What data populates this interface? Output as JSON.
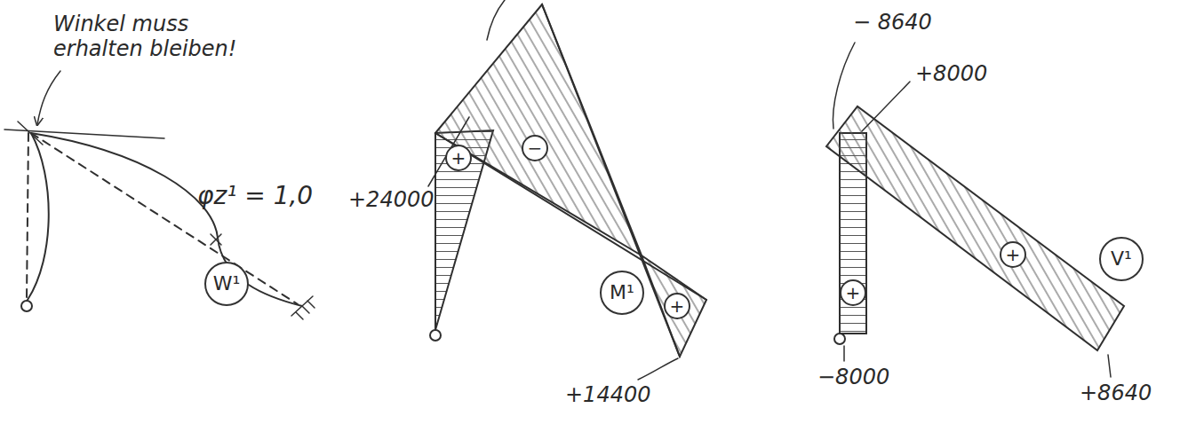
{
  "diagram": {
    "nodes": [
      {
        "text": [
          "W¹"
        ]
      },
      {
        "text": [
          "+"
        ]
      },
      {
        "text": [
          "−"
        ]
      },
      {
        "text": [
          "M¹"
        ]
      },
      {
        "text": [
          "+"
        ]
      },
      {
        "text": [
          "+"
        ]
      },
      {
        "text": [
          "+"
        ]
      },
      {
        "text": [
          "V¹"
        ]
      }
    ],
    "labels": [
      "Winkel muss erhalten bleiben!",
      "φz¹ = 1,0",
      "+24000",
      "+14400",
      "− 8640",
      "+8000",
      "−8000",
      "+8640"
    ]
  }
}
